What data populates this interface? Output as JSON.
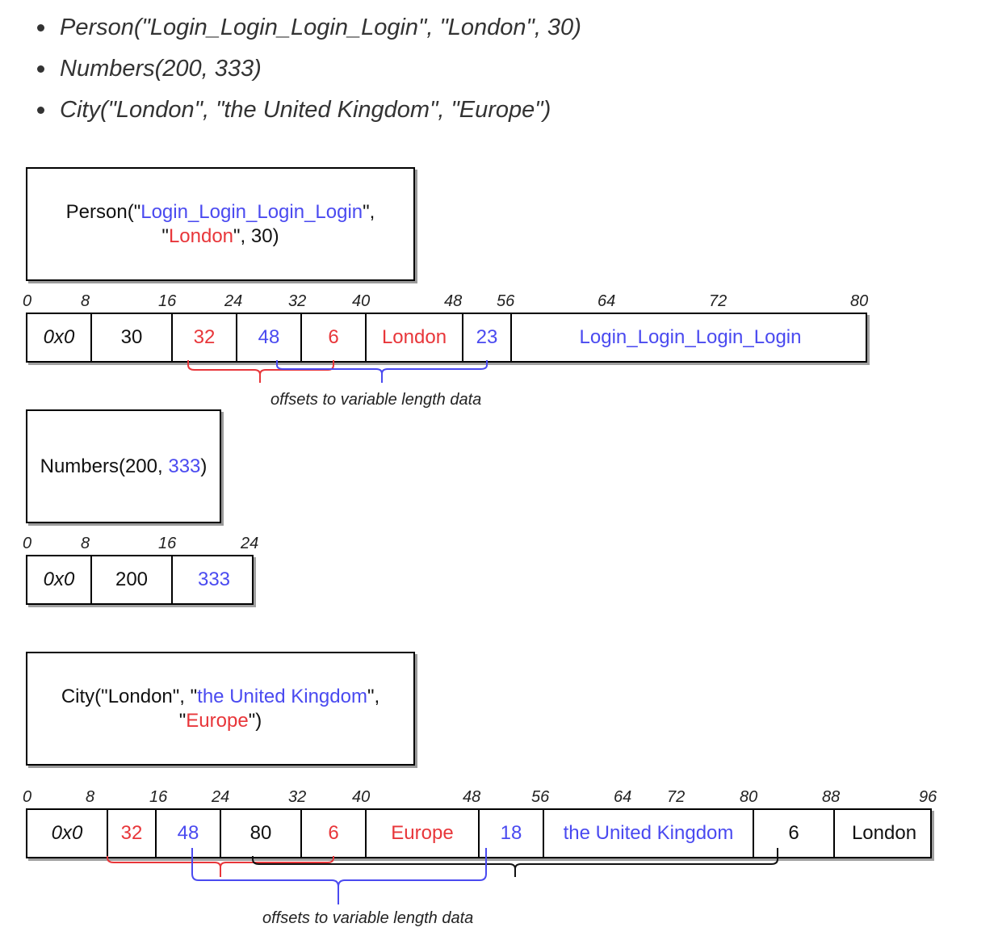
{
  "bullets": [
    "Person(\"Login_Login_Login_Login\", \"London\", 30)",
    "Numbers(200, 333)",
    "City(\"London\", \"the United Kingdom\", \"Europe\")"
  ],
  "colors": {
    "text": "#111111",
    "red": "#e8363a",
    "blue": "#4a4af0",
    "shadow": "#9a9a9a"
  },
  "person": {
    "title_parts": [
      {
        "text": "Person(\"",
        "color": "black"
      },
      {
        "text": "Login_Login_Login_Login",
        "color": "blue"
      },
      {
        "text": "\",",
        "color": "black"
      },
      {
        "text": "\"",
        "color": "black",
        "newline": true
      },
      {
        "text": "London",
        "color": "red"
      },
      {
        "text": "\", 30)",
        "color": "black"
      }
    ],
    "ticks": [
      "0",
      "8",
      "16",
      "24",
      "32",
      "40",
      "48",
      "56",
      "64",
      "72",
      "80"
    ],
    "cells": [
      {
        "text": "0x0",
        "color": "black"
      },
      {
        "text": "30",
        "color": "black"
      },
      {
        "text": "32",
        "color": "red"
      },
      {
        "text": "48",
        "color": "blue"
      },
      {
        "text": "6",
        "color": "red"
      },
      {
        "text": "London",
        "color": "red"
      },
      {
        "text": "23",
        "color": "blue"
      },
      {
        "text": "Login_Login_Login_Login",
        "color": "blue"
      }
    ],
    "caption": "offsets to variable length data"
  },
  "numbers": {
    "title_parts": [
      {
        "text": "Numbers(200, ",
        "color": "black"
      },
      {
        "text": "333",
        "color": "blue"
      },
      {
        "text": ")",
        "color": "black"
      }
    ],
    "ticks": [
      "0",
      "8",
      "16",
      "24"
    ],
    "cells": [
      {
        "text": "0x0",
        "color": "black"
      },
      {
        "text": "200",
        "color": "black"
      },
      {
        "text": "333",
        "color": "blue"
      }
    ]
  },
  "city": {
    "title_parts": [
      {
        "text": "City(\"London\", \"",
        "color": "black"
      },
      {
        "text": "the United Kingdom",
        "color": "blue"
      },
      {
        "text": "\",",
        "color": "black"
      },
      {
        "text": "\"",
        "color": "black",
        "newline": true
      },
      {
        "text": "Europe",
        "color": "red"
      },
      {
        "text": "\")",
        "color": "black"
      }
    ],
    "ticks": [
      "0",
      "8",
      "16",
      "24",
      "32",
      "40",
      "48",
      "56",
      "64",
      "72",
      "80",
      "88",
      "96"
    ],
    "cells": [
      {
        "text": "0x0",
        "color": "black"
      },
      {
        "text": "32",
        "color": "red"
      },
      {
        "text": "48",
        "color": "blue"
      },
      {
        "text": "80",
        "color": "black"
      },
      {
        "text": "6",
        "color": "red"
      },
      {
        "text": "Europe",
        "color": "red"
      },
      {
        "text": "18",
        "color": "blue"
      },
      {
        "text": "the United Kingdom",
        "color": "blue"
      },
      {
        "text": "6",
        "color": "black"
      },
      {
        "text": "London",
        "color": "black"
      }
    ],
    "caption": "offsets to variable length data"
  }
}
